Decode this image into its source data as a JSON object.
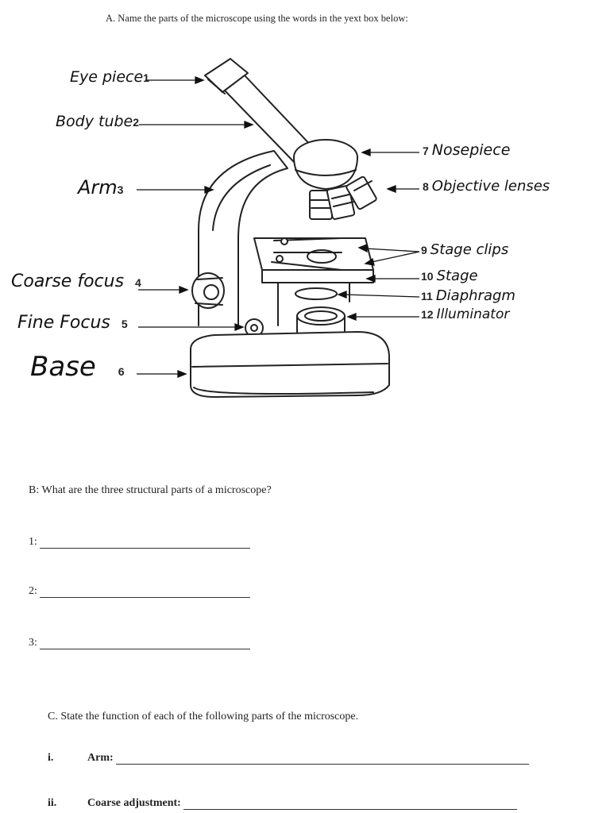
{
  "section_a": {
    "heading": "A.  Name the parts of the microscope using the words in the yext box below:"
  },
  "left_labels": [
    {
      "num": "1",
      "text": "Eye piece"
    },
    {
      "num": "2",
      "text": "Body tube"
    },
    {
      "num": "3",
      "text": "Arm"
    },
    {
      "num": "4",
      "text": "Coarse focus"
    },
    {
      "num": "5",
      "text": "Fine Focus"
    },
    {
      "num": "6",
      "text": "Base"
    }
  ],
  "right_labels": [
    {
      "num": "7",
      "text": "Nosepiece"
    },
    {
      "num": "8",
      "text": "Objective lenses"
    },
    {
      "num": "9",
      "text": "Stage clips"
    },
    {
      "num": "10",
      "text": "Stage"
    },
    {
      "num": "11",
      "text": "Diaphragm"
    },
    {
      "num": "12",
      "text": "Illuminator"
    }
  ],
  "section_b": {
    "question": "B: What are the three structural parts of a microscope?",
    "blanks": [
      "1:",
      "2:",
      "3:"
    ]
  },
  "section_c": {
    "question": "C.  State the function of each of the following parts of the microscope.",
    "items": [
      {
        "numeral": "i.",
        "label": "Arm:"
      },
      {
        "numeral": "ii.",
        "label": "Coarse adjustment:"
      }
    ]
  }
}
